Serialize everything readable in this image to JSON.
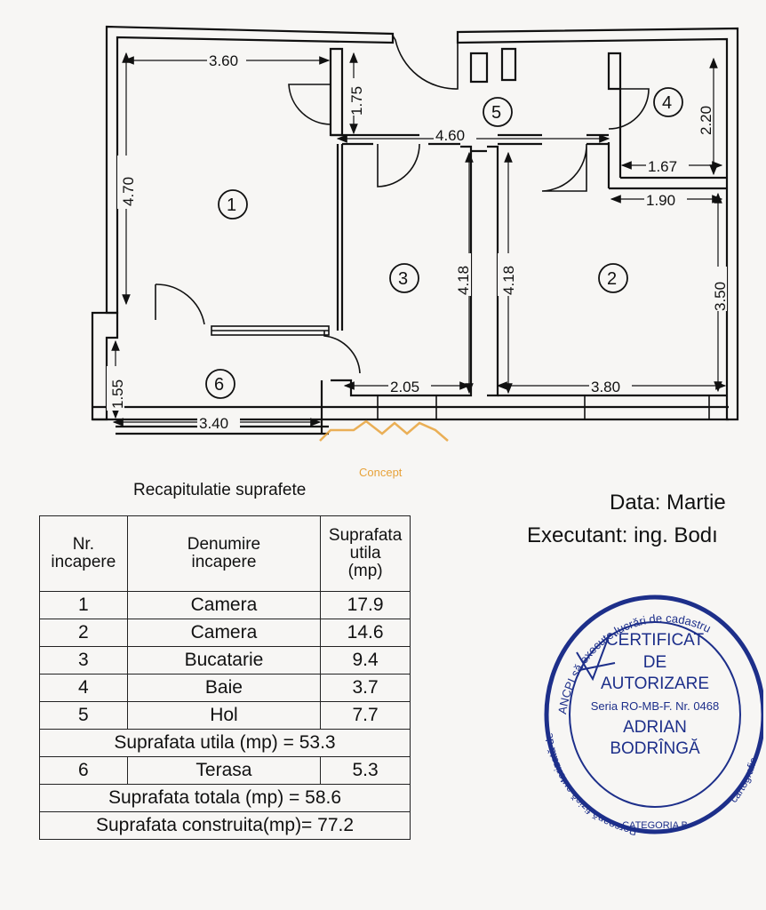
{
  "plan": {
    "rooms": [
      "1",
      "2",
      "3",
      "4",
      "5",
      "6"
    ],
    "dimensions": {
      "room1_width": "3.60",
      "room1_height": "4.70",
      "hall_height": "1.75",
      "hall_width": "4.60",
      "bath_height": "2.20",
      "bath_width": "1.67",
      "room2_top": "1.90",
      "room2_height": "3.50",
      "kitchen_height": "4.18",
      "room2_left_height": "4.18",
      "kitchen_width": "2.05",
      "room2_width": "3.80",
      "terrace_height": "1.55",
      "terrace_width": "3.40"
    },
    "logo_text": "Concept"
  },
  "recap": {
    "title": "Recapitulatie suprafete",
    "headers": [
      "Nr.\nincapere",
      "Denumire\nincapere",
      "Suprafata\nutila\n(mp)"
    ],
    "rows": [
      {
        "nr": "1",
        "name": "Camera",
        "area": "17.9"
      },
      {
        "nr": "2",
        "name": "Camera",
        "area": "14.6"
      },
      {
        "nr": "3",
        "name": "Bucatarie",
        "area": "9.4"
      },
      {
        "nr": "4",
        "name": "Baie",
        "area": "3.7"
      },
      {
        "nr": "5",
        "name": "Hol",
        "area": "7.7"
      }
    ],
    "useful_total": "Suprafata utila (mp) = 53.3",
    "terrace_row": {
      "nr": "6",
      "name": "Terasa",
      "area": "5.3"
    },
    "total": "Suprafata totala (mp) = 58.6",
    "built": "Suprafata construita(mp)= 77.2"
  },
  "info": {
    "date": "Data: Martie",
    "executant": "Executant: ing. Bodı"
  },
  "stamp": {
    "ring_top": "ANCPI să execute lucrări de cadastru",
    "ring_left": "Persoană fizică autorizată de",
    "ring_right": "cartografie",
    "line1": "CERTIFICAT",
    "line2": "DE",
    "line3": "AUTORIZARE",
    "series": "Seria RO-MB-F. Nr. 0468",
    "name1": "ADRIAN",
    "name2": "BODRÎNGĂ",
    "category": "CATEGORIA B",
    "color": "#1d2f8a"
  }
}
